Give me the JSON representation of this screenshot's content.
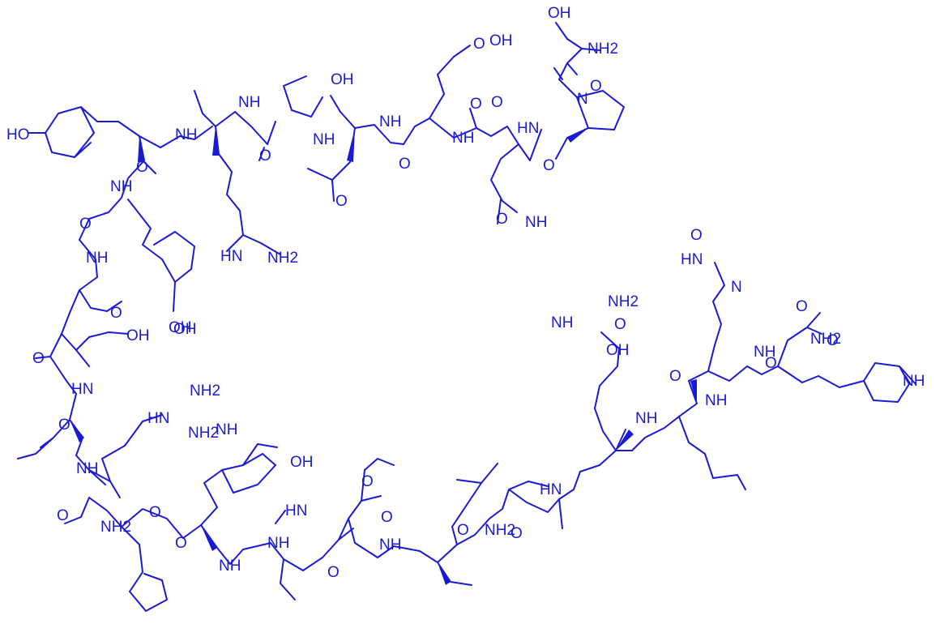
{
  "molecule": {
    "color": "#1a1ad4",
    "atom_labels": [
      "OH",
      "NH2",
      "OH",
      "O",
      "N",
      "O",
      "O",
      "OH",
      "HO",
      "NH",
      "O",
      "NH",
      "NH",
      "O",
      "NH",
      "O",
      "NH",
      "O",
      "NH",
      "O",
      "O",
      "HN",
      "O",
      "NH",
      "HN",
      "NH2",
      "O",
      "OH",
      "O",
      "NH",
      "OH",
      "O",
      "OH",
      "HN",
      "O",
      "NH2",
      "HN",
      "NH2",
      "NH",
      "NH",
      "O",
      "NH2",
      "O",
      "OH",
      "HN",
      "O",
      "NH",
      "O",
      "NH",
      "NH",
      "O",
      "O",
      "NH2",
      "O",
      "HN",
      "O",
      "NH2",
      "NH",
      "OH",
      "O",
      "NH",
      "O",
      "NH",
      "O",
      "NH",
      "O",
      "NH2",
      "O",
      "HN",
      "O",
      "N",
      "NH"
    ]
  }
}
